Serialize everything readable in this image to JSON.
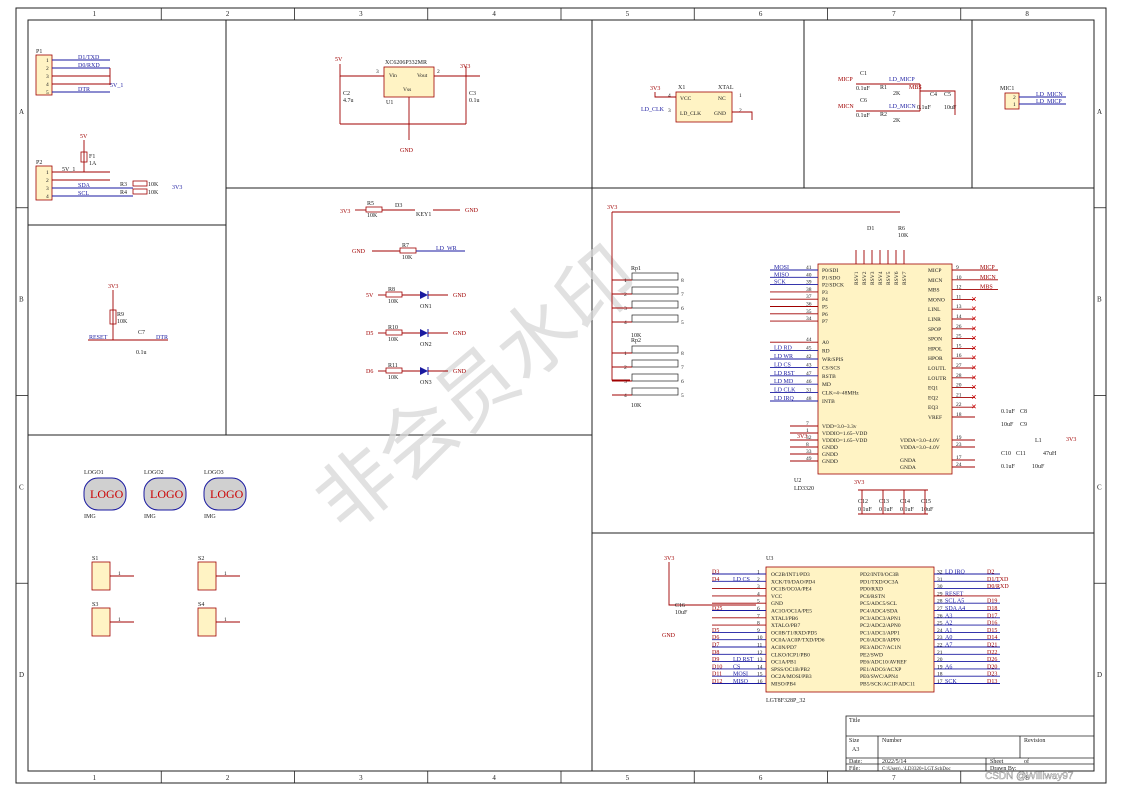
{
  "grid": {
    "columns": [
      "1",
      "2",
      "3",
      "4",
      "5",
      "6",
      "7",
      "8"
    ],
    "rows": [
      "A",
      "B",
      "C",
      "D"
    ]
  },
  "watermark": "非会员水印",
  "credit": "CSDN @Williway97",
  "power_nets": {
    "v5": "5V",
    "v3v3": "3V3",
    "gnd": "GND",
    "v5_1": "5V_1"
  },
  "p1": {
    "ref": "P1",
    "pins": [
      "1",
      "2",
      "3",
      "4",
      "5"
    ],
    "nets": [
      "D1/TXD",
      "D0/RXD",
      "",
      "",
      "DTR"
    ],
    "gnd_label": "5V_1"
  },
  "p2": {
    "ref": "P2",
    "pins": [
      "1",
      "2",
      "3",
      "4"
    ],
    "nets": [
      "5V_1",
      "",
      "SDA",
      "SCL"
    ],
    "f1": "F1",
    "f1_val": "1A",
    "r3": "R3",
    "r4": "R4",
    "r3_val": "10K",
    "r4_val": "10K"
  },
  "reg": {
    "part": "XC6206P332MR",
    "ref": "U1",
    "vin": "Vin",
    "vout": "Vout",
    "vss": "Vss",
    "pin_vin": "3",
    "pin_vout": "2",
    "pin_vss": "1",
    "c2": "C2",
    "c2_val": "4.7u",
    "c3": "C3",
    "c3_val": "0.1u"
  },
  "xtal": {
    "ref": "X1",
    "vcc": "VCC",
    "nc": "NC",
    "clk": "LD_CLK",
    "gnd": "GND",
    "tag": "XTAL",
    "p4": "4",
    "p1": "1",
    "p3": "3",
    "p2": "2",
    "net": "LD_CLK"
  },
  "mic_bias": {
    "c1": "C1",
    "c1_val": "0.1uF",
    "c6": "C6",
    "c6_val": "0.1uF",
    "r1": "R1",
    "r1_val": "2K",
    "r2": "R2",
    "r2_val": "2K",
    "c4": "C4",
    "c4_val": "0.1uF",
    "c5": "C5",
    "c5_val": "10uF",
    "micp": "MICP",
    "micn": "MICN",
    "ld_micp": "LD_MICP",
    "ld_micn": "LD_MICN",
    "mbs": "MBS"
  },
  "mic1": {
    "ref": "MIC1",
    "p2": "2",
    "p1": "1",
    "n1": "LD_MICN",
    "n2": "LD_MICP"
  },
  "key": {
    "r5": "R5",
    "r5_val": "10K",
    "d3": "D3",
    "key": "KEY1",
    "net": "3V3"
  },
  "r7": {
    "ref": "R7",
    "val": "10K",
    "net": "LD_WR"
  },
  "leds": [
    {
      "r": "R8",
      "val": "10K",
      "led": "ON1",
      "net": "5V"
    },
    {
      "r": "R10",
      "val": "10K",
      "led": "ON2",
      "net": "D5"
    },
    {
      "r": "R11",
      "val": "10K",
      "led": "ON3",
      "net": "D6"
    }
  ],
  "reset": {
    "r9": "R9",
    "r9_val": "10K",
    "c7": "C7",
    "c7_val": "0.1u",
    "net": "RESET",
    "dtr": "DTR"
  },
  "logos": [
    {
      "ref": "LOGO1",
      "text": "LOGO",
      "sub": "IMG"
    },
    {
      "ref": "LOGO2",
      "text": "LOGO",
      "sub": "IMG"
    },
    {
      "ref": "LOGO3",
      "text": "LOGO",
      "sub": "IMG"
    }
  ],
  "switches": [
    {
      "ref": "S1",
      "pin": "1"
    },
    {
      "ref": "S2",
      "pin": "1"
    },
    {
      "ref": "S3",
      "pin": "1"
    },
    {
      "ref": "S4",
      "pin": "1"
    }
  ],
  "ld3320": {
    "ref": "U2",
    "part": "LD3320",
    "d1": "D1",
    "r6": "R6",
    "r6_val": "10K",
    "rp1": "Rp1",
    "rp1_val": "10K",
    "rp2": "Rp2",
    "rp2_val": "10K",
    "rp_pins_l": [
      "1",
      "2",
      "3",
      "4"
    ],
    "rp_pins_r": [
      "8",
      "7",
      "6",
      "5"
    ],
    "left_pins": [
      {
        "num": "41",
        "name": "P0/SDI",
        "net": "MOSI"
      },
      {
        "num": "40",
        "name": "P1/SDO",
        "net": "MISO"
      },
      {
        "num": "39",
        "name": "P2/SDCK",
        "net": "SCK"
      },
      {
        "num": "38",
        "name": "P3",
        "net": ""
      },
      {
        "num": "37",
        "name": "P4",
        "net": ""
      },
      {
        "num": "36",
        "name": "P5",
        "net": ""
      },
      {
        "num": "35",
        "name": "P6",
        "net": ""
      },
      {
        "num": "34",
        "name": "P7",
        "net": ""
      },
      {
        "num": "44",
        "name": "A0",
        "net": ""
      },
      {
        "num": "45",
        "name": "RD",
        "net": "LD RD"
      },
      {
        "num": "42",
        "name": "WR/SPIS",
        "net": "LD WR"
      },
      {
        "num": "43",
        "name": "CS/SCS",
        "net": "LD CS"
      },
      {
        "num": "47",
        "name": "RSTB",
        "net": "LD RST"
      },
      {
        "num": "46",
        "name": "MD",
        "net": "LD MD"
      },
      {
        "num": "31",
        "name": "CLK=4~48MHz",
        "net": "LD CLK"
      },
      {
        "num": "48",
        "name": "INTB",
        "net": "LD IRQ"
      }
    ],
    "power_left": [
      {
        "num": "7",
        "name": "VDD=3.0~3.3v"
      },
      {
        "num": "1",
        "name": "VDDIO=1.65~VDD"
      },
      {
        "num": "32",
        "name": "VDDIO=1.65~VDD"
      },
      {
        "num": "8",
        "name": "GNDD"
      },
      {
        "num": "33",
        "name": "GNDD"
      },
      {
        "num": "49",
        "name": "GNDD"
      }
    ],
    "rsv": [
      "RSV1",
      "RSV2",
      "RSV3",
      "RSV4",
      "RSV5",
      "RSV6",
      "RSV7"
    ],
    "right_pins": [
      {
        "num": "9",
        "name": "MICP",
        "net": "MICP"
      },
      {
        "num": "10",
        "name": "MICN",
        "net": "MICN"
      },
      {
        "num": "12",
        "name": "MBS",
        "net": "MBS"
      },
      {
        "num": "11",
        "name": "MONO",
        "net": ""
      },
      {
        "num": "13",
        "name": "LINL",
        "net": ""
      },
      {
        "num": "14",
        "name": "LINR",
        "net": ""
      },
      {
        "num": "26",
        "name": "SPOP",
        "net": ""
      },
      {
        "num": "25",
        "name": "SPON",
        "net": ""
      },
      {
        "num": "15",
        "name": "HPOL",
        "net": ""
      },
      {
        "num": "16",
        "name": "HPOR",
        "net": ""
      },
      {
        "num": "27",
        "name": "LOUTL",
        "net": ""
      },
      {
        "num": "28",
        "name": "LOUTR",
        "net": ""
      },
      {
        "num": "20",
        "name": "EQ1",
        "net": ""
      },
      {
        "num": "21",
        "name": "EQ2",
        "net": ""
      },
      {
        "num": "22",
        "name": "EQ3",
        "net": ""
      },
      {
        "num": "18",
        "name": "VREF",
        "net": ""
      }
    ],
    "power_right": [
      {
        "num": "19",
        "name": "VDDA=3.0~4.0V"
      },
      {
        "num": "23",
        "name": "VDDA=3.0~4.0V"
      },
      {
        "num": "17",
        "name": "GNDA"
      },
      {
        "num": "24",
        "name": "GNDA"
      }
    ],
    "caps_bottom": [
      {
        "ref": "C12",
        "val": "0.1uF"
      },
      {
        "ref": "C13",
        "val": "0.1uF"
      },
      {
        "ref": "C14",
        "val": "0.1uF"
      },
      {
        "ref": "C15",
        "val": "10uF"
      }
    ],
    "c8": "C8",
    "c8_val": "0.1uF",
    "c9": "C9",
    "c9_val": "10uF",
    "c10": "C10",
    "c10_val": "0.1uF",
    "c11": "C11",
    "c11_val": "10uF",
    "l1": "L1",
    "l1_val": "47uH",
    "v3v3": "3V3"
  },
  "mcu": {
    "ref": "U3",
    "part": "LGT8F328P_32",
    "c16": "C16",
    "c16_val": "10uF",
    "left_pins": [
      {
        "num": "1",
        "name": "OC2B/INT1/PD3",
        "d": "D3",
        "net": ""
      },
      {
        "num": "2",
        "name": "XCK/T0/DAO/PD4",
        "d": "D4",
        "net": "LD CS"
      },
      {
        "num": "3",
        "name": "OC1B/OC0A/PE4",
        "d": "",
        "net": ""
      },
      {
        "num": "4",
        "name": "VCC",
        "d": "",
        "net": ""
      },
      {
        "num": "5",
        "name": "GND",
        "d": "",
        "net": ""
      },
      {
        "num": "6",
        "name": "AC1O/OC1A/PE5",
        "d": "D25",
        "net": ""
      },
      {
        "num": "7",
        "name": "XTALI/PB6",
        "d": "",
        "net": ""
      },
      {
        "num": "8",
        "name": "XTALO/PB7",
        "d": "",
        "net": ""
      },
      {
        "num": "9",
        "name": "OC0B/T1/RXD/PD5",
        "d": "D5",
        "net": ""
      },
      {
        "num": "10",
        "name": "OC0A/AC0P/TXD/PD6",
        "d": "D6",
        "net": ""
      },
      {
        "num": "11",
        "name": "AC0N/PD7",
        "d": "D7",
        "net": ""
      },
      {
        "num": "12",
        "name": "CLKO/ICP1/PB0",
        "d": "D8",
        "net": ""
      },
      {
        "num": "13",
        "name": "OC1A/PB1",
        "d": "D9",
        "net": "LD RST"
      },
      {
        "num": "14",
        "name": "SPSS/OC1B/PB2",
        "d": "D10",
        "net": "CS"
      },
      {
        "num": "15",
        "name": "OC2A/MOSI/PB3",
        "d": "D11",
        "net": "MOSI"
      },
      {
        "num": "16",
        "name": "MISO/PB4",
        "d": "D12",
        "net": "MISO"
      }
    ],
    "right_pins": [
      {
        "num": "32",
        "name": "PD2/INT0/OC3B",
        "d": "D2",
        "net": "LD IRQ"
      },
      {
        "num": "31",
        "name": "PD1/TXD/OC3A",
        "d": "D1/TXD",
        "net": ""
      },
      {
        "num": "30",
        "name": "PD0/RXD",
        "d": "D0/RXD",
        "net": ""
      },
      {
        "num": "29",
        "name": "PC6/RSTN",
        "d": "",
        "net": "RESET"
      },
      {
        "num": "28",
        "name": "PC5/ADC5/SCL",
        "d": "D19",
        "net": "SCL A5"
      },
      {
        "num": "27",
        "name": "PC4/ADC4/SDA",
        "d": "D18",
        "net": "SDA A4"
      },
      {
        "num": "26",
        "name": "PC3/ADC3/APN1",
        "d": "D17",
        "net": "A3"
      },
      {
        "num": "25",
        "name": "PC2/ADC2/APN0",
        "d": "D16",
        "net": "A2"
      },
      {
        "num": "24",
        "name": "PC1/ADC1/APP1",
        "d": "D15",
        "net": "A1"
      },
      {
        "num": "23",
        "name": "PC0/ADC0/APP0",
        "d": "D14",
        "net": "A0"
      },
      {
        "num": "22",
        "name": "PE3/ADC7/AC1N",
        "d": "D21",
        "net": "A7"
      },
      {
        "num": "21",
        "name": "PE2/SWD",
        "d": "D22",
        "net": ""
      },
      {
        "num": "20",
        "name": "PE6/ADC10/AVREF",
        "d": "D26",
        "net": ""
      },
      {
        "num": "19",
        "name": "PE1/ADC6/ACXP",
        "d": "D20",
        "net": "A6"
      },
      {
        "num": "18",
        "name": "PE0/SWC/APN4",
        "d": "D23",
        "net": ""
      },
      {
        "num": "17",
        "name": "PB5/SCK/AC1P/ADC11",
        "d": "D13",
        "net": "SCK"
      }
    ]
  },
  "titleblock": {
    "title_lbl": "Title",
    "size_lbl": "Size",
    "size_val": "A3",
    "number_lbl": "Number",
    "revision_lbl": "Revision",
    "date_lbl": "Date:",
    "date_val": "2022/5/14",
    "file_lbl": "File:",
    "file_val": "C:\\Users\\..\\LD3320+LGT.SchDoc",
    "sheet_lbl": "Sheet",
    "of_lbl": "of",
    "drawn_lbl": "Drawn By:"
  }
}
